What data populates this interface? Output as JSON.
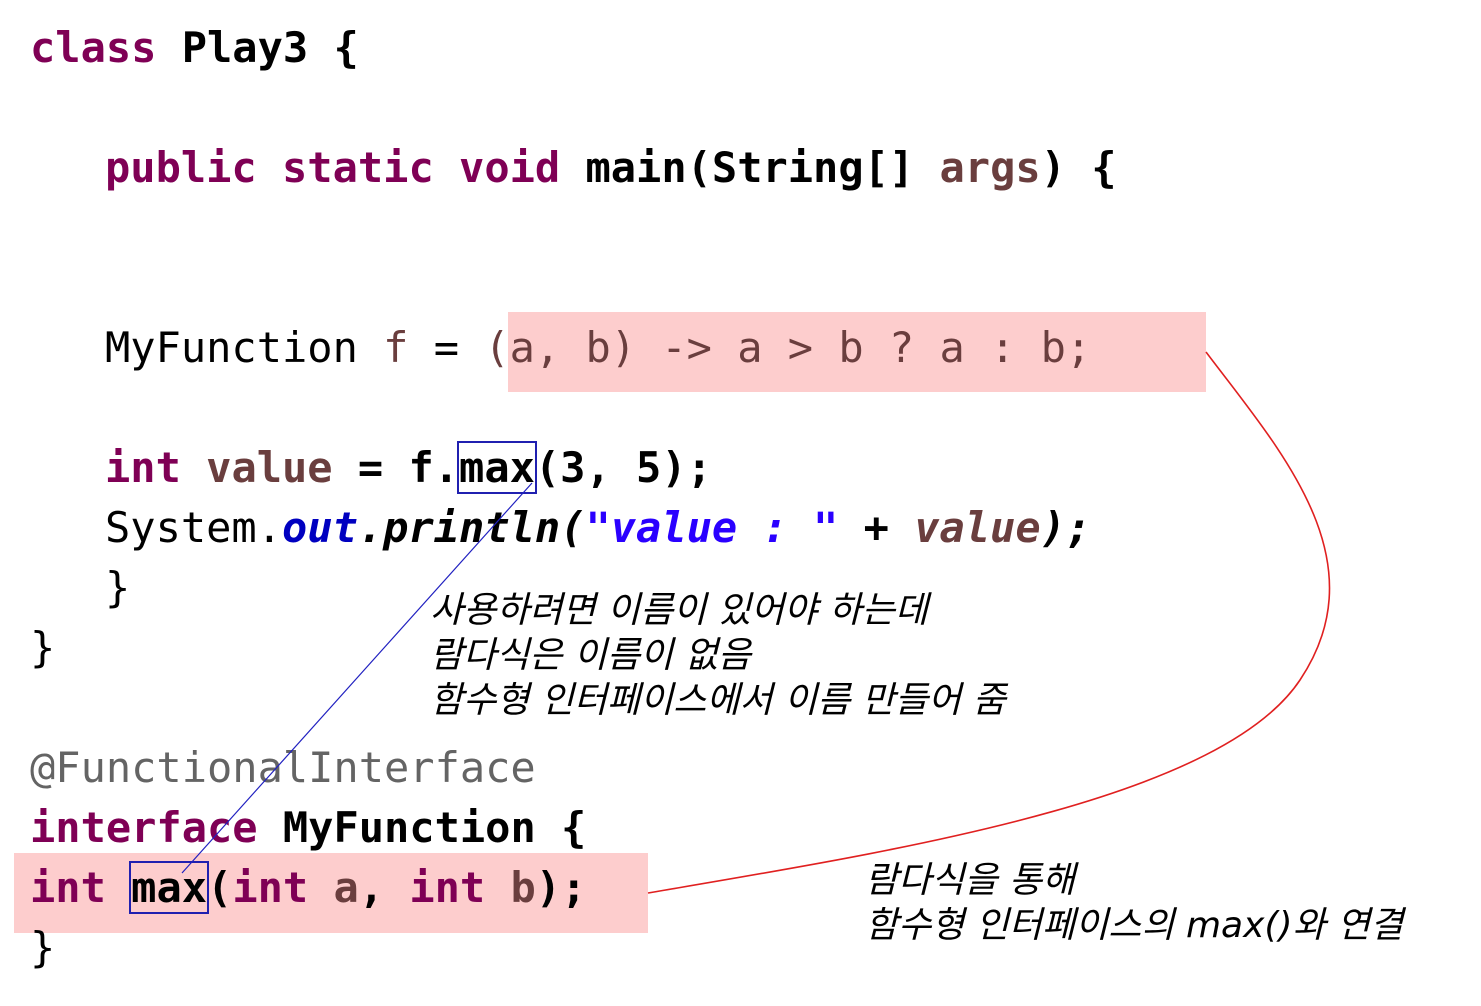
{
  "code": {
    "class_kw": "class",
    "class_name": "Play3",
    "brace_open": "{",
    "brace_close": "}",
    "main": {
      "public": "public",
      "static": "static",
      "void": "void",
      "name": "main(String[]",
      "args": "args",
      "tail": ") {"
    },
    "lambda_line": {
      "type": "MyFunction",
      "var": "f",
      "eq": " = ",
      "lambda_text": "(a, b) -> a > b ? a : b;"
    },
    "value_line": {
      "int": "int",
      "var": "value",
      "mid": " = f.",
      "method": "max",
      "args": "(3, 5);"
    },
    "println_line": {
      "system": "System.",
      "out": "out",
      "dot": ".",
      "println": "println(",
      "str": "\"value : \"",
      "plus": " + ",
      "var": "value",
      "end": ");"
    },
    "inner_close": "}",
    "outer_close": "}",
    "annotation": "@FunctionalInterface",
    "interface_line": {
      "kw": "interface",
      "name": "MyFunction",
      "brace": "{"
    },
    "max_decl": {
      "int1": "int",
      "method": "max",
      "paren": "(",
      "int2": "int",
      "a": "a",
      "comma": ", ",
      "int3": "int",
      "b": "b",
      "end": ");"
    },
    "final_close": "}"
  },
  "notes": {
    "name_note": [
      "사용하려면 이름이 있어야 하는데",
      "람다식은 이름이 없음",
      "함수형 인터페이스에서 이름 만들어 줌"
    ],
    "link_note": [
      "람다식을 통해",
      "함수형 인터페이스의 max()와 연결"
    ]
  },
  "colors": {
    "keyword": "#7f0055",
    "variable": "#6a3e3e",
    "annotation": "#646464",
    "field": "#0000c0",
    "string": "#2a00ff",
    "highlight": "#fdcdcd",
    "connector_red": "#e02020",
    "connector_blue": "#2020c0"
  }
}
